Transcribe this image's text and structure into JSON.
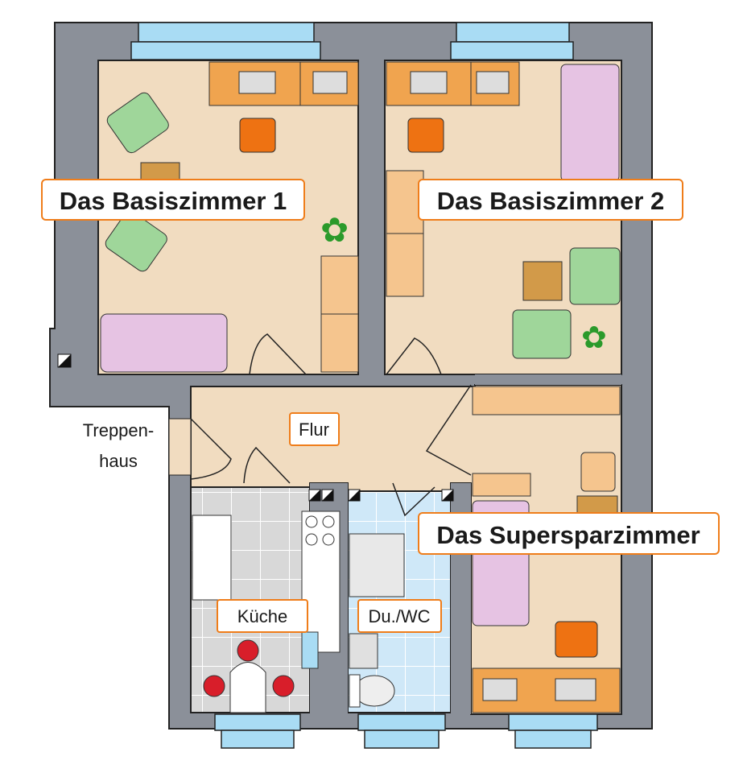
{
  "rooms": {
    "room1": "Das Basiszimmer 1",
    "room2": "Das Basiszimmer 2",
    "room3": "Das Supersparzimmer",
    "hall": "Flur",
    "kitchen": "Küche",
    "bathroom": "Du./WC",
    "stairs_line1": "Treppen-",
    "stairs_line2": "haus"
  },
  "colors": {
    "wall": "#8b9099",
    "floor": "#f1dcc0",
    "window": "#a9dcf4",
    "label_border": "#ef7d1a",
    "kitchen_tile": "#d9d9d9",
    "bath_tile": "#cfe9f8"
  }
}
